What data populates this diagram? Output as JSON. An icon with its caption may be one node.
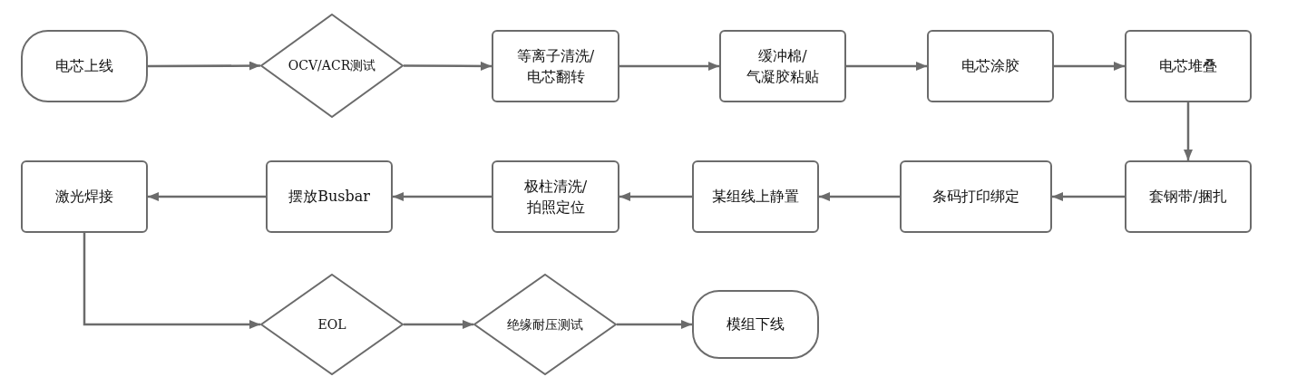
{
  "diagram": {
    "nodes": [
      {
        "text": [
          "电芯上线"
        ]
      },
      {
        "text": [
          "OCV/ACR测试"
        ]
      },
      {
        "text": [
          "等离子清洗/电芯翻转"
        ]
      },
      {
        "text": [
          "缓冲棉/气凝胶粘贴"
        ]
      },
      {
        "text": [
          "电芯涂胶"
        ]
      },
      {
        "text": [
          "电芯堆叠"
        ]
      },
      {
        "text": [
          "套钢带/捆扎"
        ]
      },
      {
        "text": [
          "条码打印绑定"
        ]
      },
      {
        "text": [
          "某组线上静置"
        ]
      },
      {
        "text": [
          "极柱清洗/拍照定位"
        ]
      },
      {
        "text": [
          "摆放Busbar"
        ]
      },
      {
        "text": [
          "激光焊接"
        ]
      },
      {
        "text": [
          "EOL"
        ]
      },
      {
        "text": [
          "绝缘耐压测试"
        ]
      },
      {
        "text": [
          "模组下线"
        ]
      }
    ],
    "edges": [
      {
        "from": 0,
        "to": 1,
        "arrow": "to"
      },
      {
        "from": 1,
        "to": 2,
        "arrow": "to"
      },
      {
        "from": 2,
        "to": 3,
        "arrow": "to"
      },
      {
        "from": 3,
        "to": 4,
        "arrow": "to"
      },
      {
        "from": 4,
        "to": 5,
        "arrow": "to"
      },
      {
        "from": 5,
        "to": 6,
        "arrow": "to"
      },
      {
        "from": 6,
        "to": 7,
        "arrow": "to"
      },
      {
        "from": 7,
        "to": 8,
        "arrow": "to"
      },
      {
        "from": 8,
        "to": 9,
        "arrow": "to"
      },
      {
        "from": 9,
        "to": 10,
        "arrow": "to"
      },
      {
        "from": 10,
        "to": 11,
        "arrow": "to"
      },
      {
        "from": 11,
        "to": 12,
        "arrow": "to"
      },
      {
        "from": 12,
        "to": 13,
        "arrow": "to"
      },
      {
        "from": 13,
        "to": 14,
        "arrow": "to"
      }
    ]
  }
}
